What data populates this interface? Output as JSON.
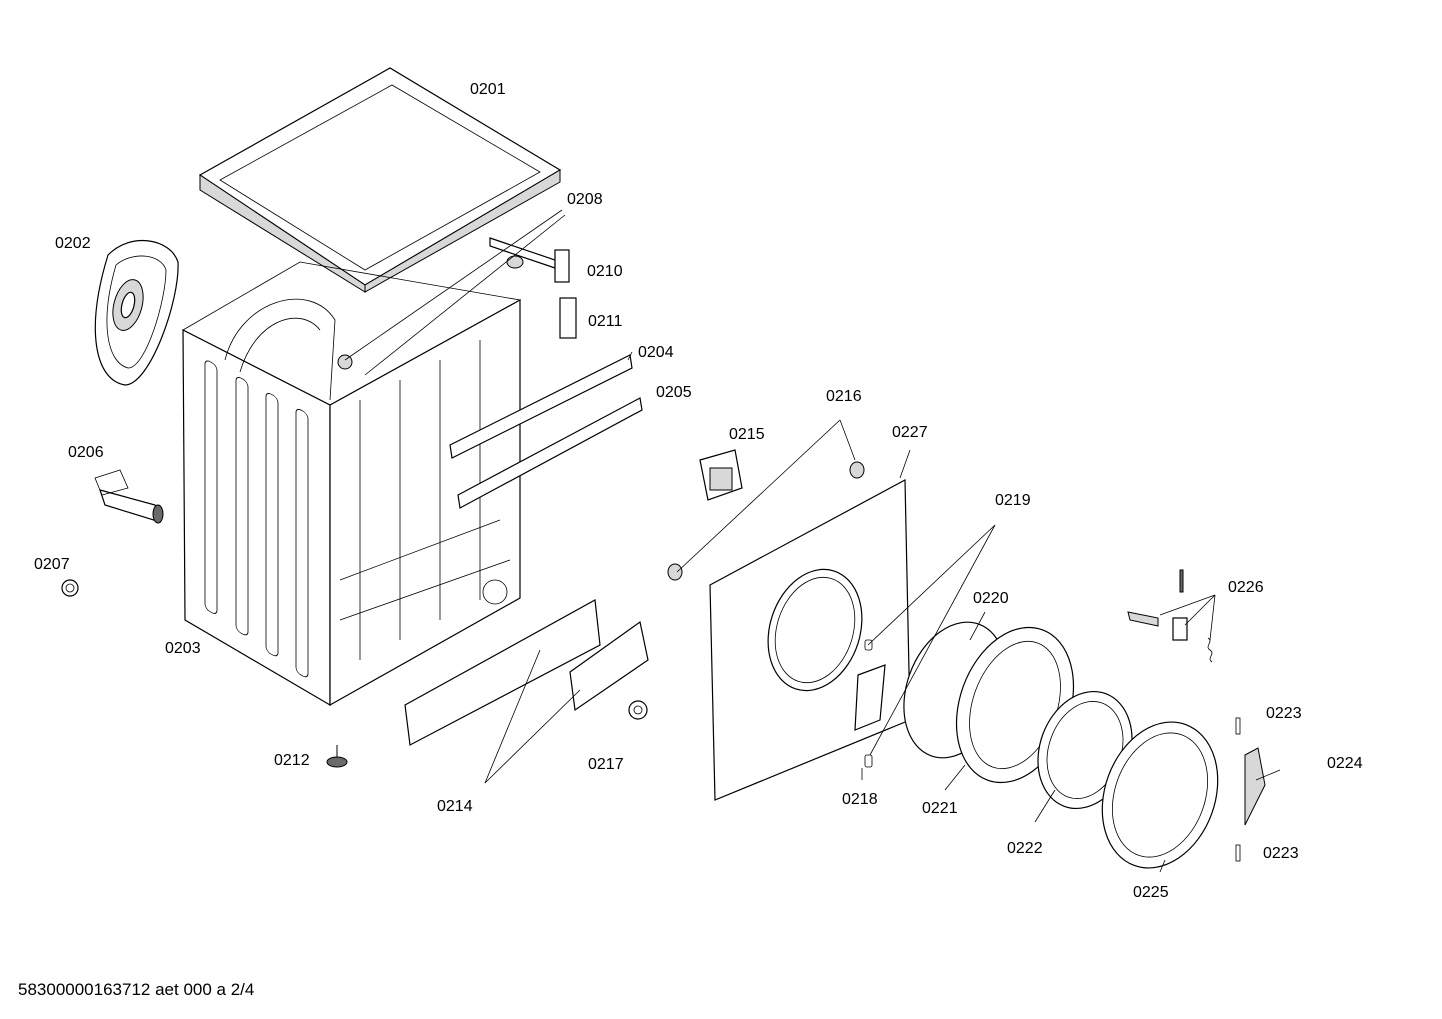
{
  "footer": {
    "doc_id": "58300000163712 aet 000 a 2/4"
  },
  "labels": {
    "p0201": "0201",
    "p0202": "0202",
    "p0203": "0203",
    "p0204": "0204",
    "p0205": "0205",
    "p0206": "0206",
    "p0207": "0207",
    "p0208": "0208",
    "p0210": "0210",
    "p0211": "0211",
    "p0212": "0212",
    "p0214": "0214",
    "p0215": "0215",
    "p0216": "0216",
    "p0217": "0217",
    "p0218": "0218",
    "p0219": "0219",
    "p0220": "0220",
    "p0221": "0221",
    "p0222": "0222",
    "p0223a": "0223",
    "p0223b": "0223",
    "p0224": "0224",
    "p0225": "0225",
    "p0226": "0226",
    "p0227": "0227"
  }
}
